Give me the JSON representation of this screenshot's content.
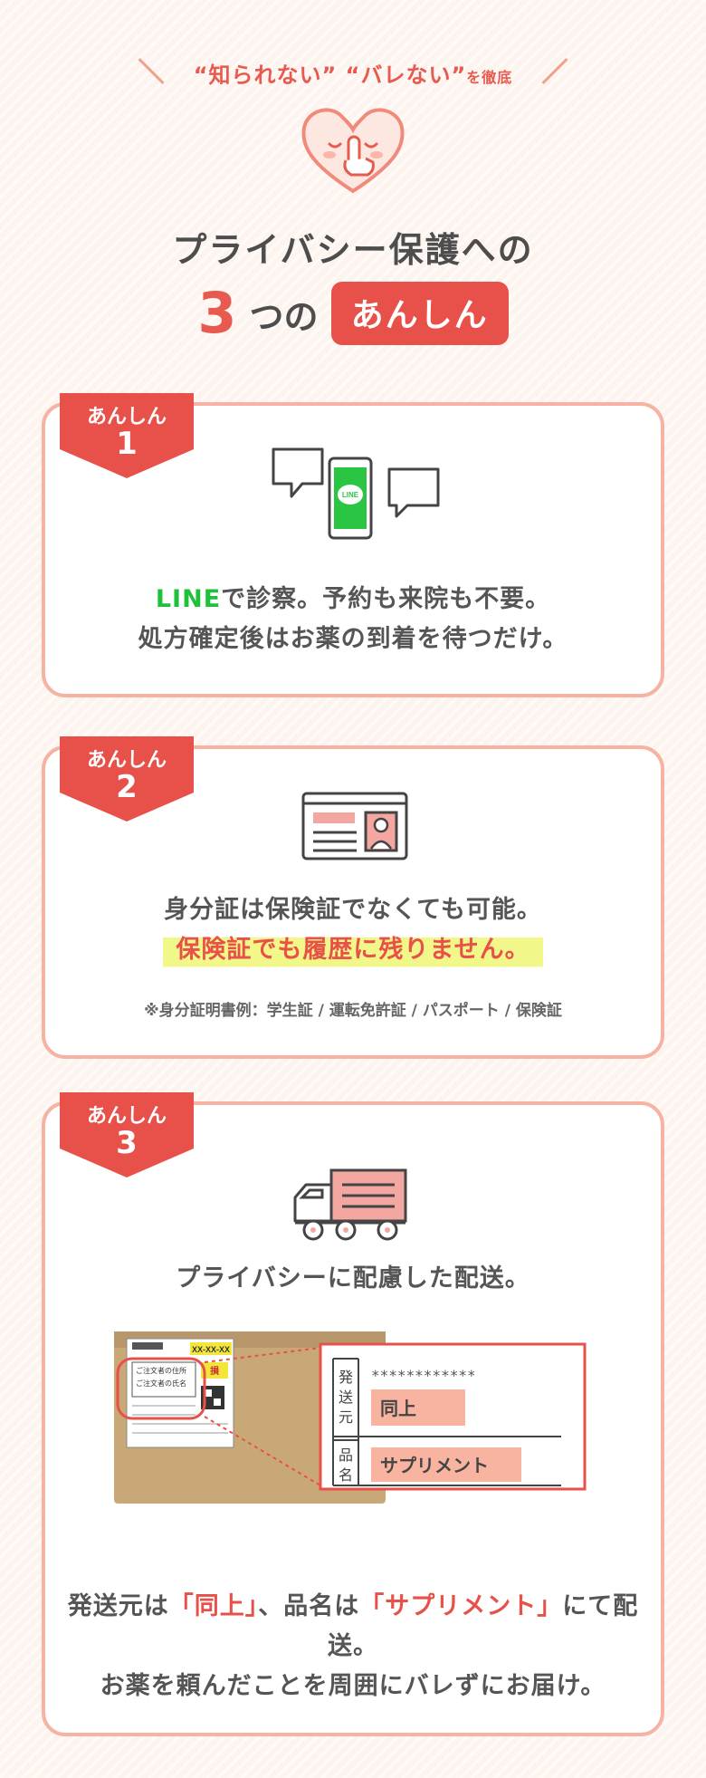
{
  "header": {
    "tagline": "“知られない” “バレない”",
    "tagline_suffix": "を徹底",
    "title_line1": "プライバシー保護への",
    "title_number": "3",
    "title_tsu": "つの",
    "title_pill": "あんしん"
  },
  "cards": [
    {
      "badge_label": "あんしん",
      "badge_number": "1",
      "line1_green": "LINE",
      "line1_rest": "で診察。予約も来院も不要。",
      "line2": "処方確定後はお薬の到着を待つだけ。",
      "phone_label": "LINE"
    },
    {
      "badge_label": "あんしん",
      "badge_number": "2",
      "line1": "身分証は保険証でなくても可能。",
      "highlight": "保険証でも履歴に残りません。",
      "note": "※身分証明書例：学生証 / 運転免許証 / パスポート / 保険証"
    },
    {
      "badge_label": "あんしん",
      "badge_number": "3",
      "line1": "プライバシーに配慮した配送。",
      "label": {
        "sender_heading": "発送元",
        "stars": "************",
        "sender_value": "同上",
        "item_heading": "品名",
        "item_value": "サプリメント",
        "slip_top": "XX-XX-XX",
        "slip_line1": "ご注文者の住所",
        "slip_line2": "ご注文者の氏名",
        "slip_stamp": "損"
      },
      "bottom1_a": "発送元は",
      "bottom1_b": "「同上」",
      "bottom1_c": "、品名は",
      "bottom1_d": "「サプリメント」",
      "bottom1_e": "にて配送。",
      "bottom2": "お薬を頼んだことを周囲にバレずにお届け。"
    }
  ],
  "colors": {
    "accent": "#e8504a",
    "card_border": "#f6b2a2",
    "line_green": "#1fc13a",
    "highlight": "#f2f78a",
    "background": "#fdf4ef"
  }
}
